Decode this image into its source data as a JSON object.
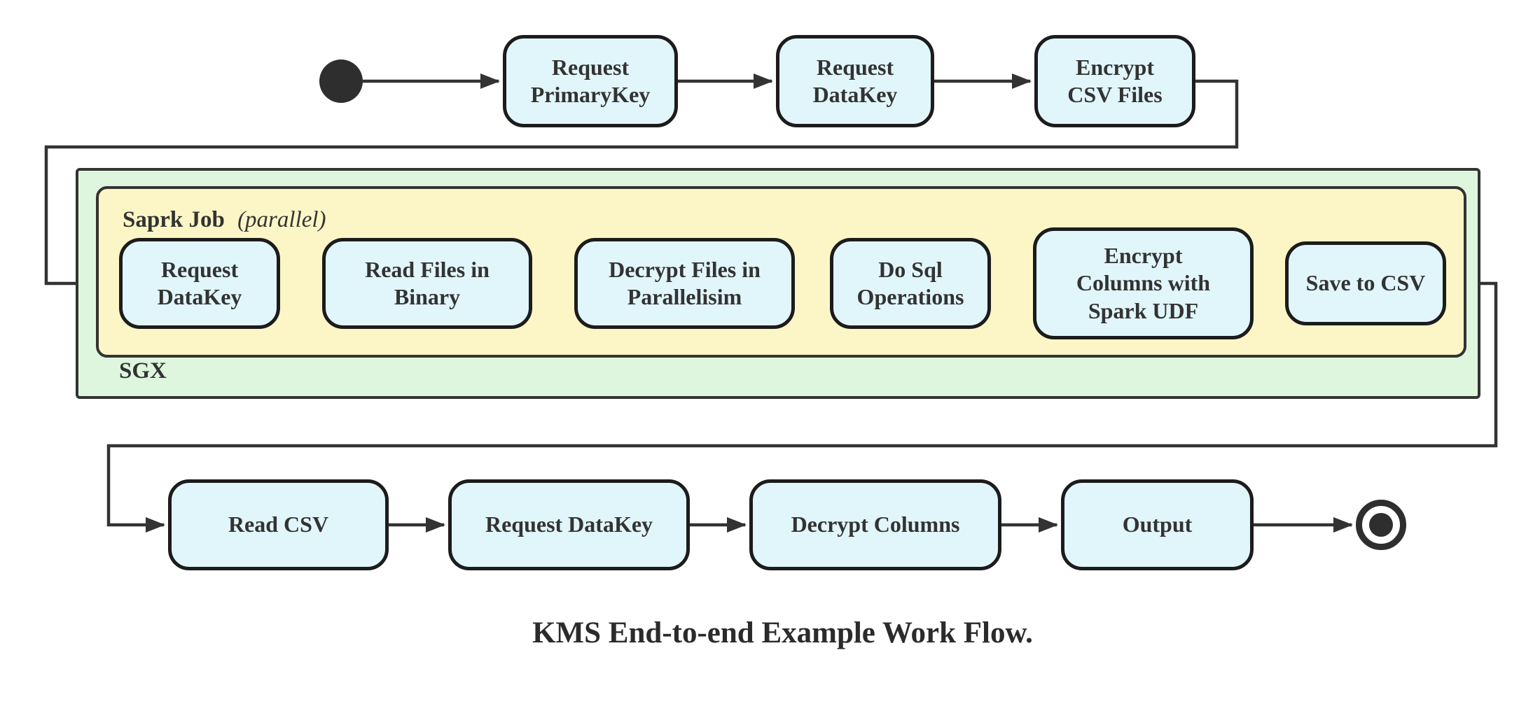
{
  "diagram": {
    "caption": "KMS End-to-end Example Work Flow.",
    "colors": {
      "node_fill": "#e1f6fb",
      "node_border": "#1c1c1c",
      "sgx_container_fill": "#def6de",
      "spark_container_fill": "#fcf6c6",
      "container_border": "#333333",
      "connector_line": "#333333",
      "text": "#333333"
    },
    "top_row": [
      {
        "label": "Request\nPrimaryKey"
      },
      {
        "label": "Request\nDataKey"
      },
      {
        "label": "Encrypt\nCSV Files"
      }
    ],
    "sgx_container": {
      "label": "SGX",
      "spark_container": {
        "title": "Saprk Job",
        "qualifier": "(parallel)",
        "nodes": [
          {
            "label": "Request\nDataKey"
          },
          {
            "label": "Read Files in\nBinary"
          },
          {
            "label": "Decrypt Files in\nParallelisim"
          },
          {
            "label": "Do Sql\nOperations"
          },
          {
            "label": "Encrypt\nColumns with\nSpark UDF"
          },
          {
            "label": "Save to CSV"
          }
        ]
      }
    },
    "bottom_row": [
      {
        "label": "Read CSV"
      },
      {
        "label": "Request DataKey"
      },
      {
        "label": "Decrypt Columns"
      },
      {
        "label": "Output"
      }
    ]
  }
}
